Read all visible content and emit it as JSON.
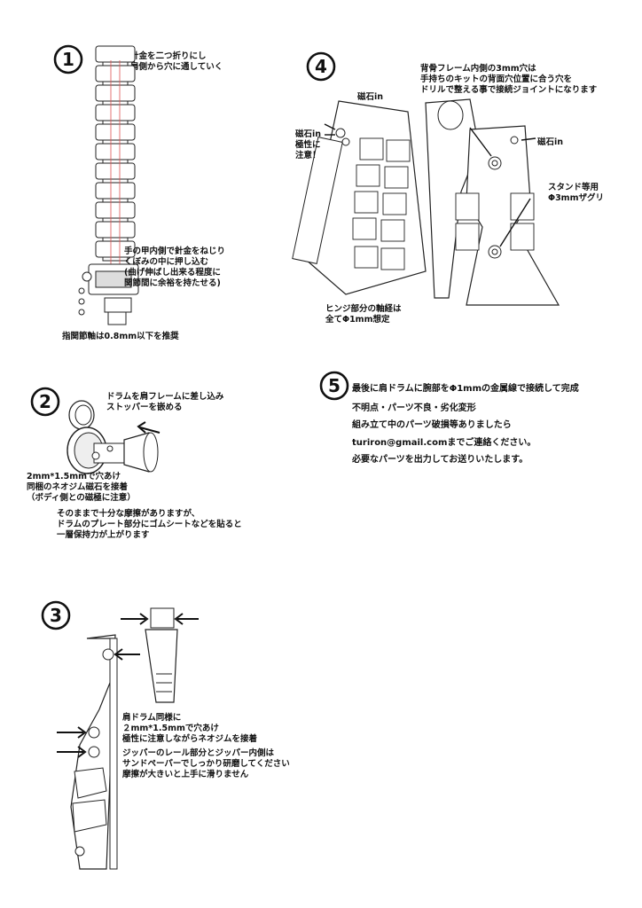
{
  "steps": {
    "s1": {
      "number": "①",
      "note_top": "針金を二つ折りにし\n肩側から穴に通していく",
      "note_hand": "手の甲内側で針金をねじり\nくぼみの中に押し込む\n(曲げ伸ばし出来る程度に\n関節間に余裕を持たせる)",
      "note_bottom": "指関節軸は0.8mm以下を推奨"
    },
    "s2": {
      "number": "②",
      "note_top": "ドラムを肩フレームに差し込み\nストッパーを嵌める",
      "note_magnet": "2mm*1.5mmで穴あけ\n同梱のネオジム磁石を接着\n（ボディ側との磁極に注意）",
      "note_friction": "そのままで十分な摩擦がありますが、\nドラムのプレート部分にゴムシートなどを貼ると\n一層保持力が上がります"
    },
    "s3": {
      "number": "③",
      "note_magnet": "肩ドラム同様に\n２mm*1.5mmで穴あけ\n極性に注意しながらネオジムを接着",
      "note_zipper": "ジッパーのレール部分とジッパー内側は\nサンドペーパーでしっかり研磨してください\n摩擦が大きいと上手に滑りません"
    },
    "s4": {
      "number": "④",
      "note_top": "背骨フレーム内側の3mm穴は\n手持ちのキットの背面穴位置に合う穴を\nドリルで整える事で接続ジョイントになります",
      "label_magnet_top": "磁石in",
      "label_magnet_left": "磁石in\n極性に\n注意！",
      "label_magnet_right": "磁石in",
      "label_stand": "スタンド等用\nΦ3mmザグリ",
      "note_hinge": "ヒンジ部分の軸経は\n全てΦ1mm想定"
    },
    "s5": {
      "number": "⑤",
      "lines": [
        "最後に肩ドラムに腕部をΦ1mmの金属線で接続して完成",
        "不明点・パーツ不良・劣化変形",
        "組み立て中のパーツ破損等ありましたら",
        "turiron@gmail.comまでご連絡ください。",
        "必要なパーツを出力してお送りいたします。"
      ]
    }
  },
  "colors": {
    "line": "#222222",
    "wire": "#e05050"
  }
}
